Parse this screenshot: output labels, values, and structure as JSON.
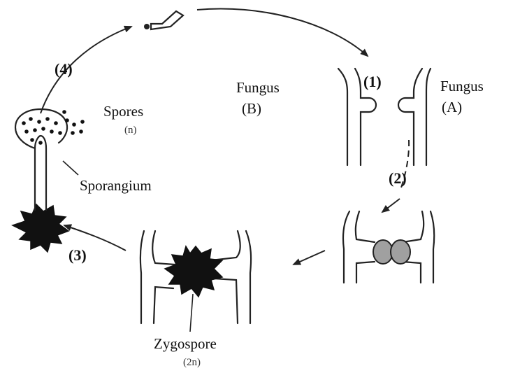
{
  "labels": {
    "step1": "(1)",
    "step2": "(2)",
    "step3": "(3)",
    "step4": "(4)",
    "fungus_a": "Fungus",
    "fungus_a_tag": "(A)",
    "fungus_b": "Fungus",
    "fungus_b_tag": "(B)",
    "spores": "Spores",
    "spores_ploidy": "(n)",
    "sporangium": "Sporangium",
    "zygospore": "Zygospore",
    "zygospore_ploidy": "(2n)"
  },
  "colors": {
    "ink": "#222222",
    "gametangia_fill": "#a0a0a0",
    "zygospore_fill": "#111111"
  }
}
